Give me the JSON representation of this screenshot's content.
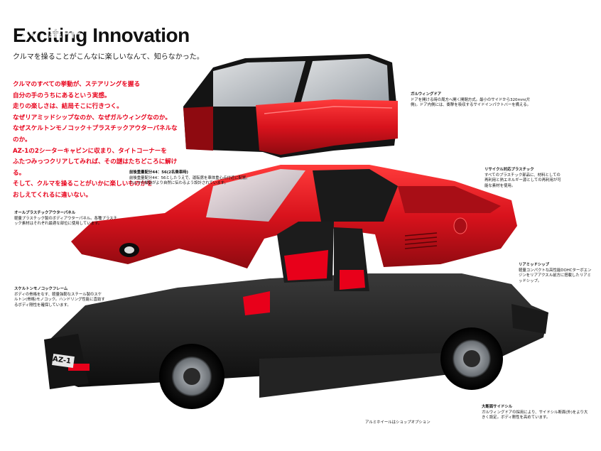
{
  "headline": "Exciting Innovation",
  "subline": "クルマを操ることがこんなに楽しいなんて、知らなかった。",
  "watermark": "X 懂车",
  "body_copy": [
    "クルマのすべての挙動が、ステアリングを握る",
    "自分の手のうちにあるという実感。",
    "走りの楽しさは、結局そこに行きつく。",
    "なぜリアミッドシップなのか、なぜガルウィングなのか。",
    "なぜスケルトンモノコック＋プラスチックアウターパネルなのか。",
    "AZ-1の2シーターキャビンに収まり、タイトコーナーを",
    "ふたつみっつクリアしてみれば、その謎はたちどころに解ける。",
    "そして、クルマを操ることがいかに楽しいものかを",
    "おしえてくれるに違いない。"
  ],
  "captions": {
    "gullwing": {
      "title": "ガルウィングドア",
      "body": "ドアを開ける時の周方へ開く開閉方式。最小のサイドから320mm(片側)。ドア内側には、衝撃を吸収するサイドインパクトバーを備える。"
    },
    "weight": {
      "title": "前後重量配分44：56(2名乗車時)",
      "body": "前後重量配分44：56としたうえで、運転席を車体重心点付近に配置。クルマの挙動がより自然に伝わるよう設計されています。"
    },
    "recycle": {
      "title": "リサイクル対応プラスチック",
      "body": "すべてのプラスチック部品に、材料としての再利用と熱エネルギー源としての再利用が可能な素材を使用。"
    },
    "panel": {
      "title": "オールプラスチックアウターパネル",
      "body": "軽量プラスチック製のボディアウターパネル。各種プラスチック素材はそれぞれ最適な部位に使用しています。"
    },
    "midship": {
      "title": "リアミッドシップ",
      "body": "軽量コンパクトな高性能DOHCターボエンジンをリアアクスル前方に搭載したリアミッドシップ。"
    },
    "skeleton": {
      "title": "スケルトンモノコックフレーム",
      "body": "ボディの骨格をなす、軽量強靭なスチール製のスケルトン(骨格)モノコック。ハンドリング性能に直結するボディ剛性を確保しています。"
    },
    "sill": {
      "title": "大断面サイドシル",
      "body": "ガルウィングドアの採用により、サイドシル断面(外)をより大きく設定。ボディ剛性を高めています。"
    }
  },
  "footnote": "アルミホイールはショップオプション",
  "plate": "AZ-1",
  "colors": {
    "accent": "#e8001a",
    "body_red": "#d8121c",
    "frame": "#1b1b1b",
    "text": "#111111"
  }
}
